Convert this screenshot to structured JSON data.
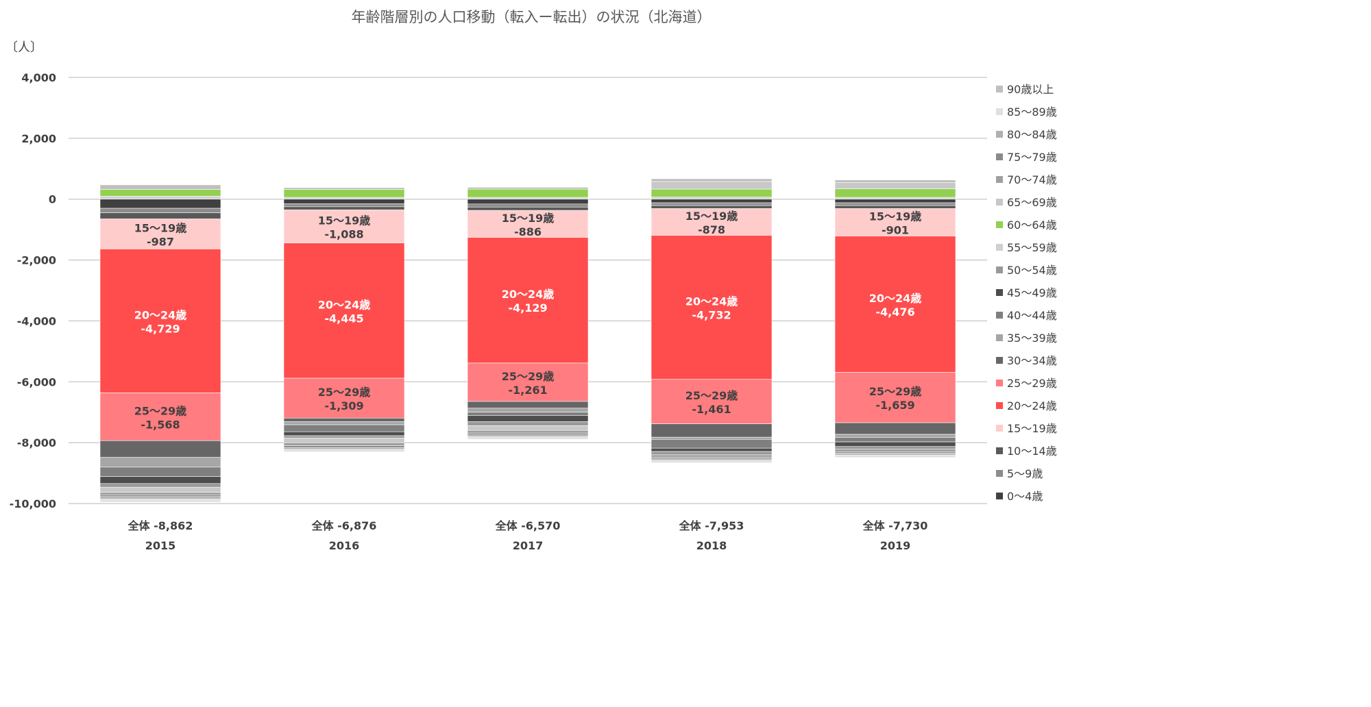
{
  "chart_data": {
    "type": "bar",
    "stacked": true,
    "title": "年齢階層別の人口移動（転入ー転出）の状況（北海道）",
    "unit_label": "〔人〕",
    "ylim": [
      -10000,
      4000
    ],
    "yticks": [
      4000,
      2000,
      0,
      -2000,
      -4000,
      -6000,
      -8000,
      -10000
    ],
    "ytick_labels": [
      "4,000",
      "2,000",
      "0",
      "-2,000",
      "-4,000",
      "-6,000",
      "-8,000",
      "-10,000"
    ],
    "grid": true,
    "legend_position": "right",
    "categories": [
      "2015",
      "2016",
      "2017",
      "2018",
      "2019"
    ],
    "totals": [
      -8862,
      -6876,
      -6570,
      -7953,
      -7730
    ],
    "total_labels": [
      "全体 -8,862",
      "全体 -6,876",
      "全体 -6,570",
      "全体 -7,953",
      "全体 -7,730"
    ],
    "series": [
      {
        "name": "0～4歳",
        "color": "#404040",
        "values": [
          -300,
          -150,
          -160,
          -120,
          -120
        ]
      },
      {
        "name": "5～9歳",
        "color": "#8c8c8c",
        "values": [
          -150,
          -100,
          -100,
          -90,
          -90
        ]
      },
      {
        "name": "10～14歳",
        "color": "#595959",
        "values": [
          -200,
          -100,
          -110,
          -100,
          -100
        ]
      },
      {
        "name": "15～19歳",
        "color": "#ffcccc",
        "values": [
          -987,
          -1088,
          -886,
          -878,
          -901
        ],
        "labels": [
          "-987",
          "-1,088",
          "-886",
          "-878",
          "-901"
        ]
      },
      {
        "name": "20～24歳",
        "color": "#ff4d4d",
        "values": [
          -4729,
          -4445,
          -4129,
          -4732,
          -4476
        ],
        "labels": [
          "-4,729",
          "-4,445",
          "-4,129",
          "-4,732",
          "-4,476"
        ]
      },
      {
        "name": "25～29歳",
        "color": "#ff7c80",
        "values": [
          -1568,
          -1309,
          -1261,
          -1461,
          -1659
        ],
        "labels": [
          "-1,568",
          "-1,309",
          "-1,261",
          "-1,461",
          "-1,659"
        ]
      },
      {
        "name": "30～34歳",
        "color": "#666666",
        "values": [
          -550,
          -120,
          -220,
          -440,
          -380
        ]
      },
      {
        "name": "35～39歳",
        "color": "#a6a6a6",
        "values": [
          -320,
          -100,
          -130,
          -70,
          -100
        ]
      },
      {
        "name": "40～44歳",
        "color": "#7f7f7f",
        "values": [
          -310,
          -230,
          -110,
          -290,
          -150
        ]
      },
      {
        "name": "45～49歳",
        "color": "#4d4d4d",
        "values": [
          -230,
          -130,
          -200,
          -110,
          -150
        ]
      },
      {
        "name": "50～54歳",
        "color": "#999999",
        "values": [
          -120,
          -80,
          -140,
          -110,
          -90
        ]
      },
      {
        "name": "55～59歳",
        "color": "#d0d0d0",
        "values": [
          100,
          60,
          60,
          70,
          60
        ]
      },
      {
        "name": "60～64歳",
        "color": "#92d050",
        "values": [
          220,
          260,
          270,
          260,
          280
        ]
      },
      {
        "name": "65～69歳",
        "color": "#c8c8c8",
        "values": [
          -170,
          -150,
          -150,
          250,
          210
        ]
      },
      {
        "name": "70～74歳",
        "color": "#a0a0a0",
        "values": [
          -80,
          -100,
          -90,
          -80,
          -80
        ]
      },
      {
        "name": "75～79歳",
        "color": "#8a8a8a",
        "values": [
          -60,
          -60,
          -60,
          -50,
          -50
        ]
      },
      {
        "name": "80～84歳",
        "color": "#b0b0b0",
        "values": [
          -80,
          -60,
          -60,
          -50,
          -60
        ]
      },
      {
        "name": "85～89歳",
        "color": "#e0e0e0",
        "values": [
          -100,
          -80,
          -80,
          -80,
          -80
        ]
      },
      {
        "name": "90歳以上",
        "color": "#bfbfbf",
        "values": [
          150,
          60,
          60,
          90,
          80
        ]
      }
    ]
  }
}
